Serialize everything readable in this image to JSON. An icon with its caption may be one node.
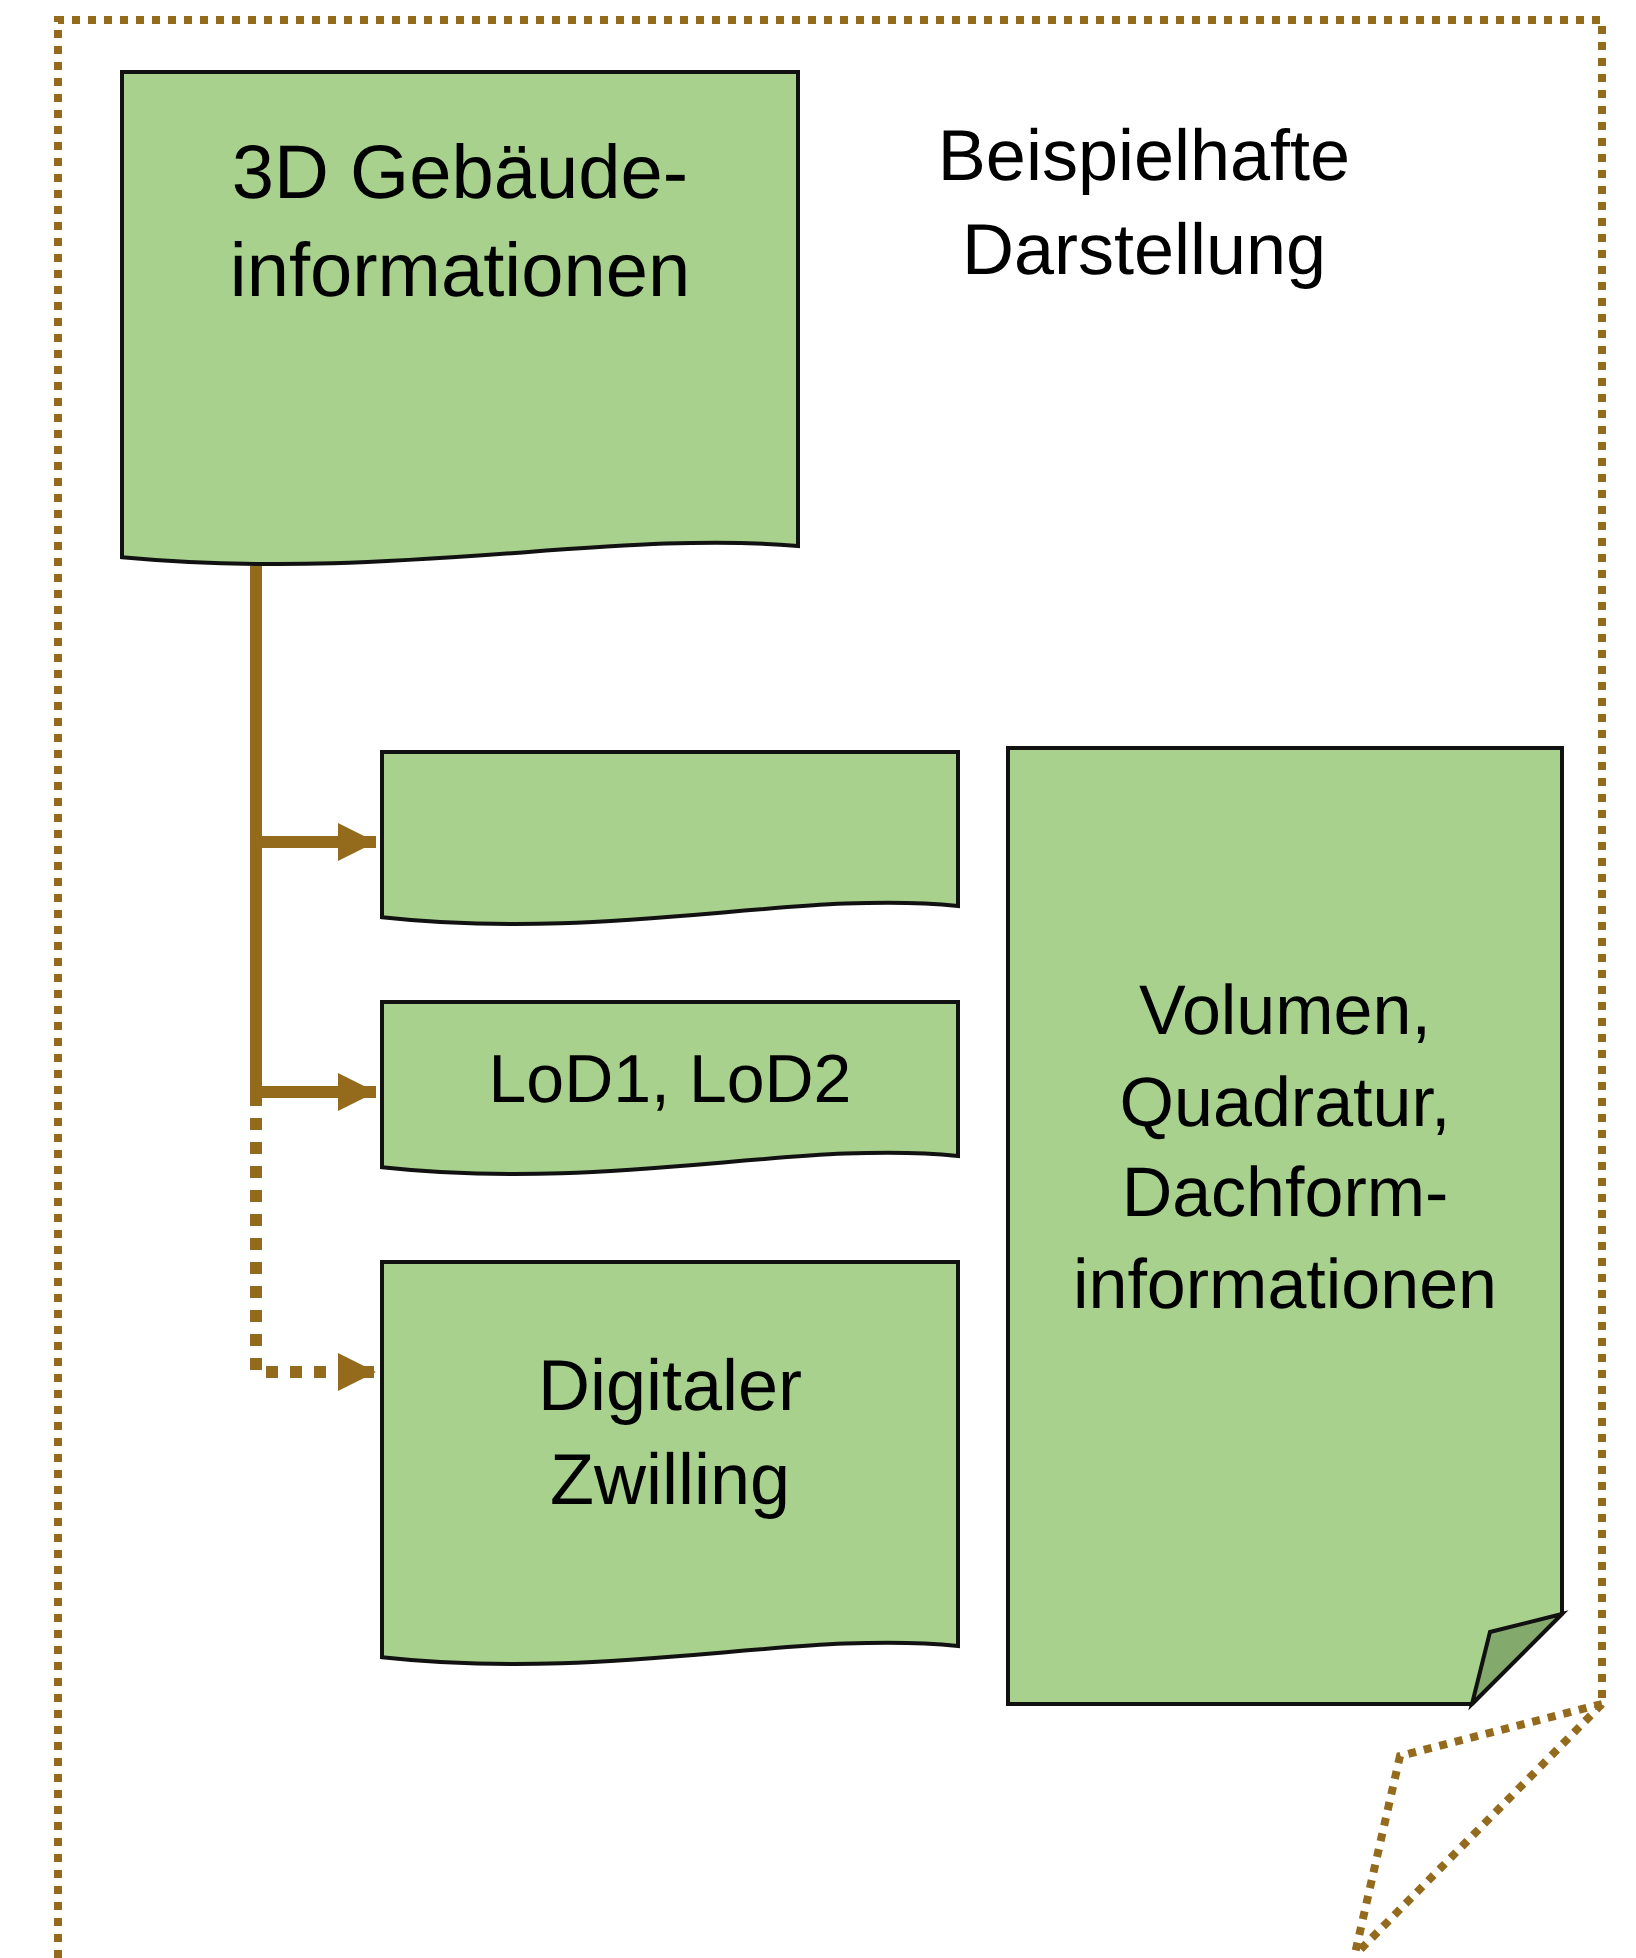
{
  "diagram": {
    "nodes": [
      {
        "text": [
          "Beispielhafte Darstellung"
        ]
      },
      {
        "text": [
          "3D Gebäude- informationen"
        ],
        "in": 0
      },
      {
        "text": [],
        "shape": "document",
        "in": 0
      },
      {
        "text": [
          "LoD1, LoD2"
        ],
        "in": 0
      },
      {
        "text": [
          "Digitaler Zwilling"
        ],
        "in": 0
      },
      {
        "text": [
          "Volumen, Quadratur, Dachform- informationen"
        ],
        "in": 0
      }
    ],
    "edges": [
      {
        "from": 1,
        "to": 2,
        "arrow": "to"
      },
      {
        "from": 1,
        "to": 3,
        "arrow": "to"
      },
      {
        "from": 1,
        "to": 4,
        "arrow": "to",
        "style": "dashed"
      }
    ]
  }
}
